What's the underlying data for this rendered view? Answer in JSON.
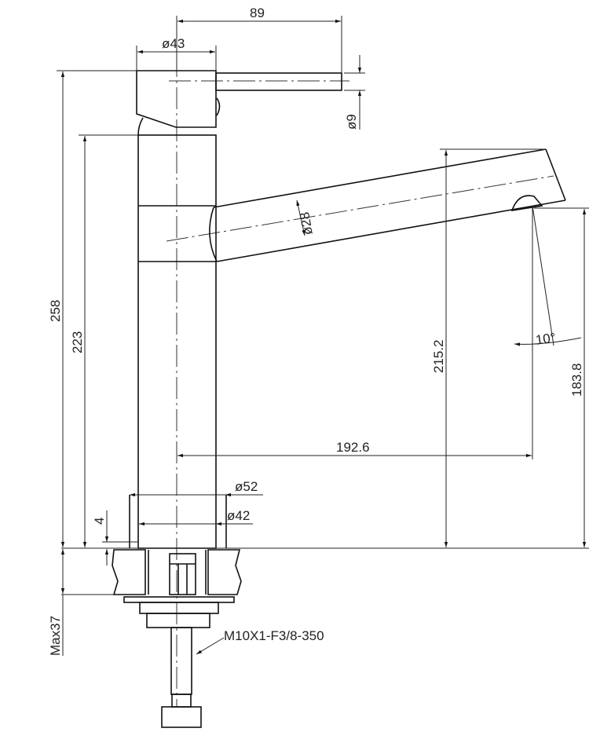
{
  "title": "Faucet dimensional drawing",
  "dimensions": {
    "handle_reach": "89",
    "handle_diameter": "ø43",
    "lever_diameter": "ø9",
    "total_height": "258",
    "body_height": "223",
    "spout_height": "215.2",
    "outlet_height": "183.8",
    "spout_reach": "192.6",
    "spout_diameter": "ø28",
    "base_diameter": "ø52",
    "body_diameter": "ø42",
    "base_thickness": "4",
    "max_counter_thickness": "Max37",
    "outlet_angle": "10°"
  },
  "hose_label": "M10X1-F3/8-350",
  "colors": {
    "line": "#111111",
    "background": "#ffffff"
  }
}
